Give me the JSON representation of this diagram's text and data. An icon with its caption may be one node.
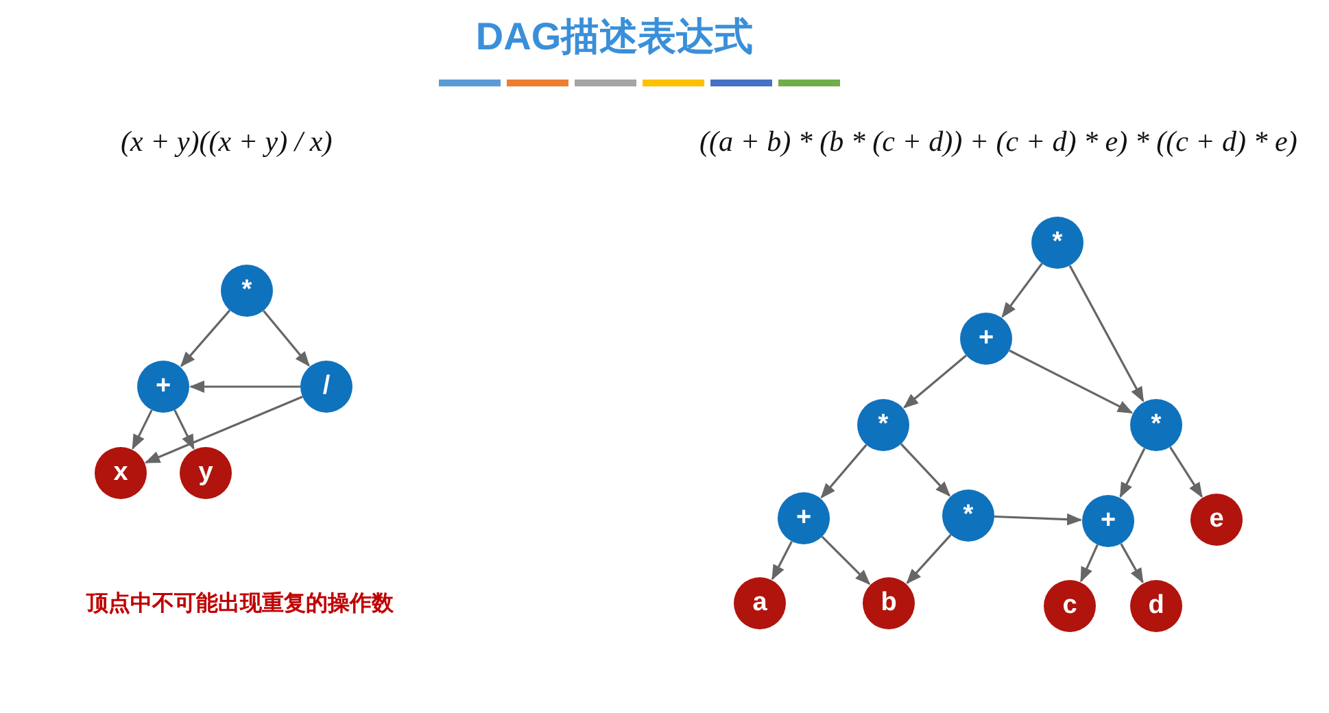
{
  "diagram": {
    "title": "DAG描述表达式",
    "nodes": [
      {
        "text": [
          "*"
        ]
      },
      {
        "text": [
          "+"
        ]
      },
      {
        "text": [
          "/"
        ]
      },
      {
        "text": [
          "x"
        ]
      },
      {
        "text": [
          "y"
        ]
      },
      {
        "text": [
          "*"
        ]
      },
      {
        "text": [
          "+"
        ]
      },
      {
        "text": [
          "*"
        ]
      },
      {
        "text": [
          "*"
        ]
      },
      {
        "text": [
          "+"
        ]
      },
      {
        "text": [
          "*"
        ]
      },
      {
        "text": [
          "+"
        ]
      },
      {
        "text": [
          "e"
        ]
      },
      {
        "text": [
          "a"
        ]
      },
      {
        "text": [
          "b"
        ]
      },
      {
        "text": [
          "c"
        ]
      },
      {
        "text": [
          "d"
        ]
      }
    ],
    "edges": [
      {
        "from": 0,
        "to": 1,
        "arrow": "to"
      },
      {
        "from": 0,
        "to": 2,
        "arrow": "to"
      },
      {
        "from": 2,
        "to": 1,
        "arrow": "to"
      },
      {
        "from": 1,
        "to": 3,
        "arrow": "to"
      },
      {
        "from": 1,
        "to": 4,
        "arrow": "to"
      },
      {
        "from": 2,
        "to": 3,
        "arrow": "to"
      },
      {
        "from": 5,
        "to": 6,
        "arrow": "to"
      },
      {
        "from": 5,
        "to": 8,
        "arrow": "to"
      },
      {
        "from": 6,
        "to": 7,
        "arrow": "to"
      },
      {
        "from": 6,
        "to": 8,
        "arrow": "to"
      },
      {
        "from": 7,
        "to": 9,
        "arrow": "to"
      },
      {
        "from": 7,
        "to": 10,
        "arrow": "to"
      },
      {
        "from": 8,
        "to": 11,
        "arrow": "to"
      },
      {
        "from": 8,
        "to": 12,
        "arrow": "to"
      },
      {
        "from": 9,
        "to": 13,
        "arrow": "to"
      },
      {
        "from": 9,
        "to": 14,
        "arrow": "to"
      },
      {
        "from": 10,
        "to": 14,
        "arrow": "to"
      },
      {
        "from": 10,
        "to": 11,
        "arrow": "to"
      },
      {
        "from": 11,
        "to": 15,
        "arrow": "to"
      },
      {
        "from": 11,
        "to": 16,
        "arrow": "to"
      }
    ],
    "labels": [
      "(x + y)((x + y) / x)",
      "((a + b) * (b * (c + d)) + (c + d) * e) * ((c + d) * e)",
      "顶点中不可能出现重复的操作数"
    ]
  }
}
